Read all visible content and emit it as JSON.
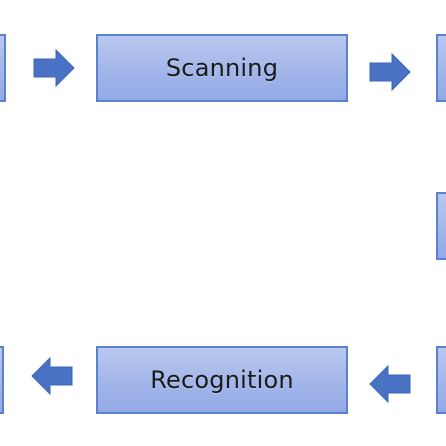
{
  "flowchart": {
    "nodes": {
      "scanning": {
        "label": "Scanning"
      },
      "recognition": {
        "label": "Recognition"
      },
      "partial_top_left": {
        "label": ""
      },
      "partial_top_right": {
        "label": ""
      },
      "partial_mid_right": {
        "label": ""
      },
      "partial_bottom_left": {
        "label": ""
      },
      "partial_bottom_right": {
        "label": ""
      }
    },
    "arrows": [
      {
        "from": "partial_top_left",
        "to": "scanning",
        "direction": "right"
      },
      {
        "from": "scanning",
        "to": "partial_top_right",
        "direction": "right"
      },
      {
        "from": "partial_bottom_right",
        "to": "recognition",
        "direction": "left"
      },
      {
        "from": "recognition",
        "to": "partial_bottom_left",
        "direction": "left"
      }
    ]
  },
  "colors": {
    "box_fill_top": "#b9c8ef",
    "box_fill_bottom": "#93a9e6",
    "box_border": "#5b82cf",
    "arrow_fill": "#4a72c4",
    "text": "#1a1a1a"
  }
}
